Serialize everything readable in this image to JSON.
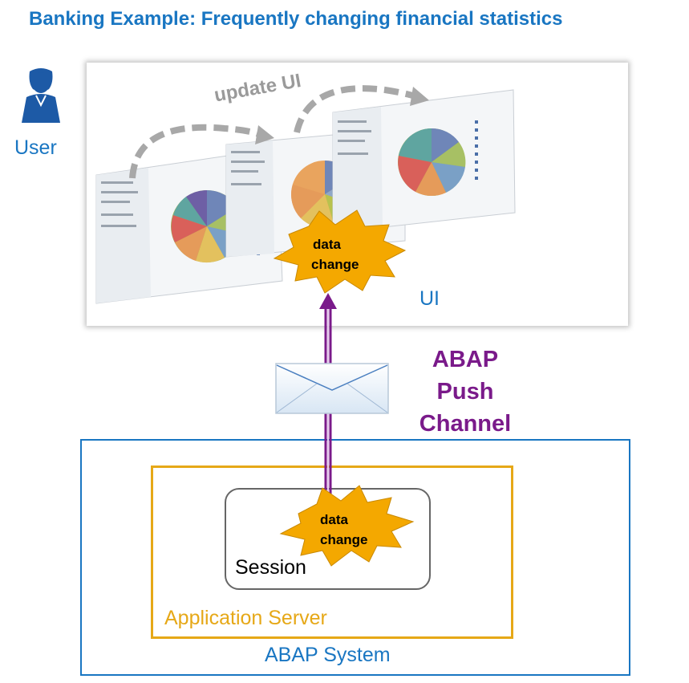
{
  "title": "Banking Example: Frequently changing financial statistics",
  "user": {
    "label": "User"
  },
  "ui_panel": {
    "label": "UI",
    "arrow_label": "update UI"
  },
  "channel": {
    "line1": "ABAP",
    "line2": "Push",
    "line3": "Channel"
  },
  "burst_top": {
    "line1": "data",
    "line2": "change"
  },
  "burst_bottom": {
    "line1": "data",
    "line2": "change"
  },
  "session": {
    "label": "Session"
  },
  "app_server": {
    "label": "Application Server"
  },
  "abap_system": {
    "label": "ABAP System"
  },
  "colors": {
    "blue": "#1976c2",
    "purple": "#7a1a8a",
    "orange": "#e6a817",
    "burst": "#f4a800"
  }
}
